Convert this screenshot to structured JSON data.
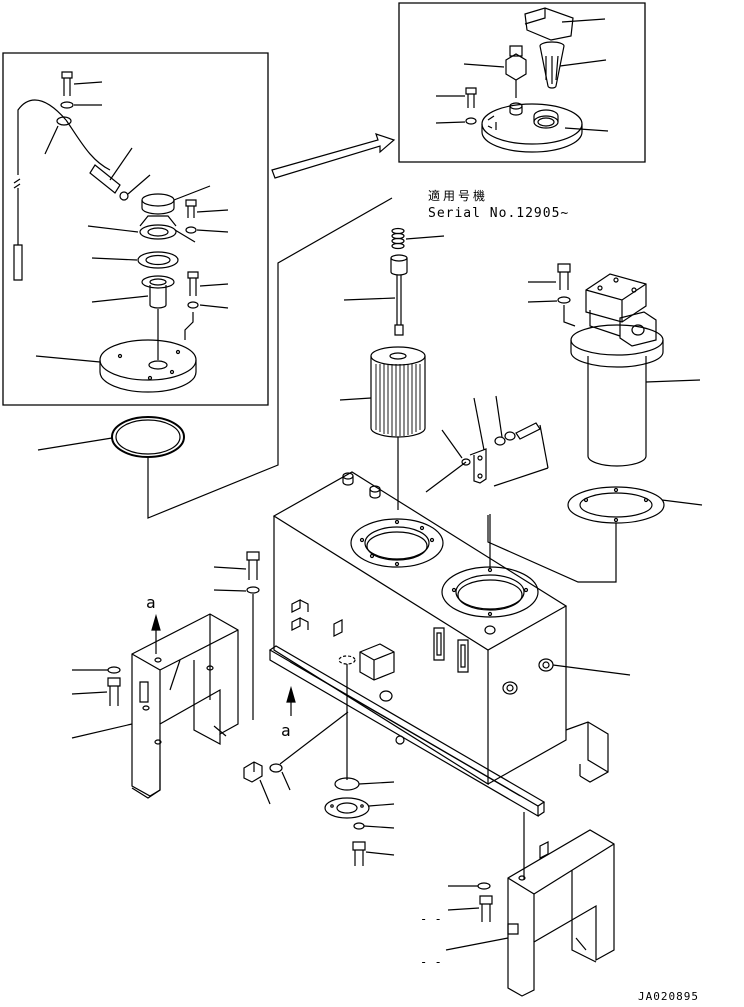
{
  "serial_note": {
    "japanese": "適用号機",
    "serial": "Serial No.12905~"
  },
  "view_refs": {
    "a_top": "a",
    "a_bottom": "a"
  },
  "callouts": {
    "dash_1": "- -",
    "dash_2": "- -"
  },
  "drawing_code": "JA020895"
}
